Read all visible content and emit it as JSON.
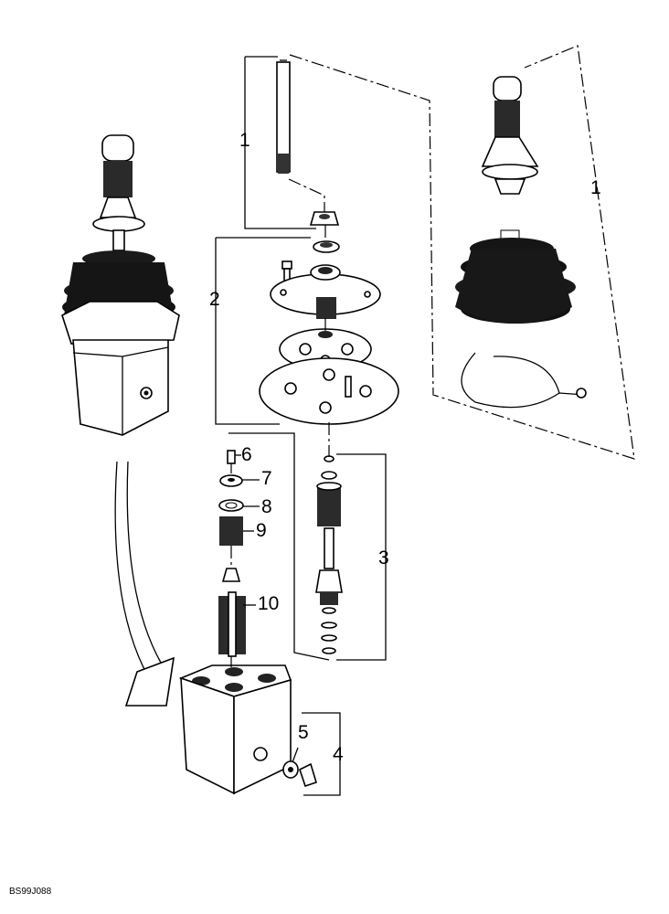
{
  "callouts": {
    "c1_top": "1",
    "c1_right": "1",
    "c2": "2",
    "c3": "3",
    "c4": "4",
    "c5": "5",
    "c6": "6",
    "c7": "7",
    "c8": "8",
    "c9": "9",
    "c10": "10"
  },
  "reference_code": "BS99J088",
  "colors": {
    "ink": "#000000",
    "paper": "#ffffff",
    "shade": "#3a3a3a"
  }
}
